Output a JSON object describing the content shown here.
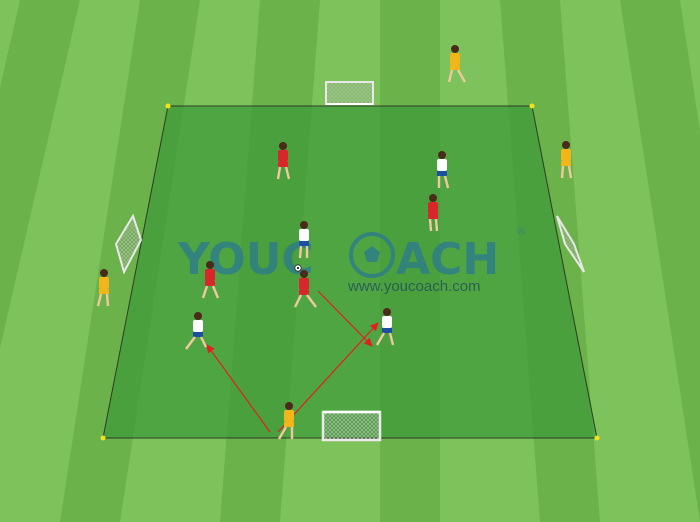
{
  "watermark": {
    "brand_left": "YOUC",
    "brand_right": "ACH",
    "registered": "®",
    "url": "www.youcoach.com"
  },
  "colors": {
    "grass_light": "#7ec25c",
    "grass_dark": "#6cb24b",
    "field_fill": "#3f9a3a",
    "boundary": "#111111",
    "team_red": "#d8262b",
    "team_white": "#ffffff",
    "team_blue_shorts": "#1c4fa0",
    "neutral_yellow": "#f2b51c",
    "arrow": "#e02020",
    "watermark": "#2b7b8c"
  },
  "legend": {
    "red_team_count": 4,
    "white_team_count": 4,
    "neutral_players_count": 4,
    "small_goals_count": 4
  }
}
